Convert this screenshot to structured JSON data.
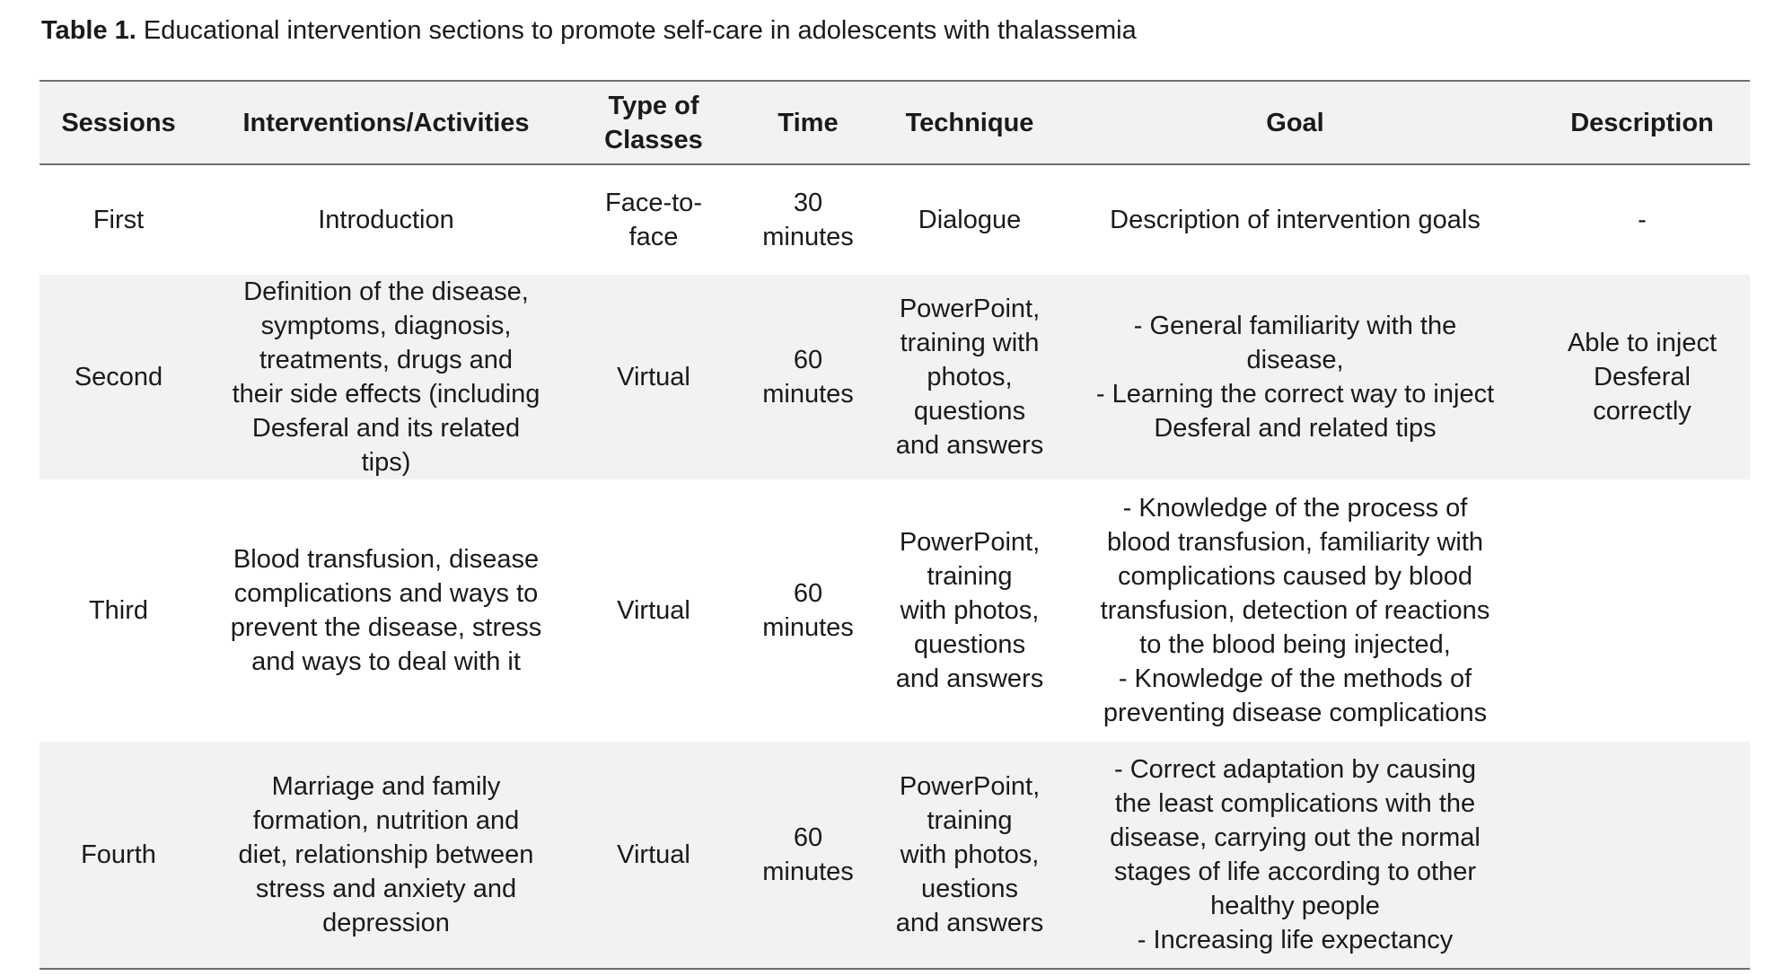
{
  "caption": {
    "label": "Table 1.",
    "text": " Educational intervention sections to promote self-care in adolescents with thalassemia"
  },
  "table": {
    "headers": {
      "sessions": "Sessions",
      "interventions": "Interventions/Activities",
      "type_of_classes_line1": "Type of",
      "type_of_classes_line2": "Classes",
      "time": "Time",
      "technique": "Technique",
      "goal": "Goal",
      "description": "Description"
    },
    "rows": [
      {
        "session": "First",
        "intervention": [
          "Introduction"
        ],
        "type": [
          "Face-to-",
          "face"
        ],
        "time": [
          "30",
          "minutes"
        ],
        "technique": [
          "Dialogue"
        ],
        "goal": [
          "Description of intervention goals"
        ],
        "description": [
          "-"
        ]
      },
      {
        "session": "Second",
        "intervention": [
          "Definition of the disease,",
          "symptoms, diagnosis,",
          "treatments, drugs and",
          "their side effects (including",
          "Desferal and its related",
          "tips)"
        ],
        "type": [
          "Virtual"
        ],
        "time": [
          "60",
          "minutes"
        ],
        "technique": [
          "PowerPoint,",
          "training with",
          "photos,",
          "questions",
          "and answers"
        ],
        "goal": [
          "- General familiarity with the",
          "disease,",
          "- Learning the correct way to inject",
          "Desferal and related tips"
        ],
        "description": [
          "Able to inject",
          "Desferal",
          "correctly"
        ]
      },
      {
        "session": "Third",
        "intervention": [
          "Blood transfusion, disease",
          "complications and ways to",
          "prevent the disease, stress",
          "and ways to deal with it"
        ],
        "type": [
          "Virtual"
        ],
        "time": [
          "60",
          "minutes"
        ],
        "technique": [
          "PowerPoint,",
          "training",
          "with photos,",
          "questions",
          "and answers"
        ],
        "goal": [
          "- Knowledge of the process of",
          "blood transfusion, familiarity with",
          "complications caused by blood",
          "transfusion, detection of reactions",
          "to the blood being injected,",
          "- Knowledge of the methods of",
          "preventing disease complications"
        ],
        "description": []
      },
      {
        "session": "Fourth",
        "intervention": [
          "Marriage and family",
          "formation, nutrition and",
          "diet, relationship between",
          "stress and anxiety and",
          "depression"
        ],
        "type": [
          "Virtual"
        ],
        "time": [
          "60",
          "minutes"
        ],
        "technique": [
          "PowerPoint,",
          "training",
          "with photos,",
          "uestions",
          "and answers"
        ],
        "goal": [
          "- Correct adaptation by causing",
          "the least complications with the",
          "disease, carrying out the normal",
          "stages of life according to other",
          "healthy people",
          "- Increasing life expectancy"
        ],
        "description": []
      }
    ]
  }
}
